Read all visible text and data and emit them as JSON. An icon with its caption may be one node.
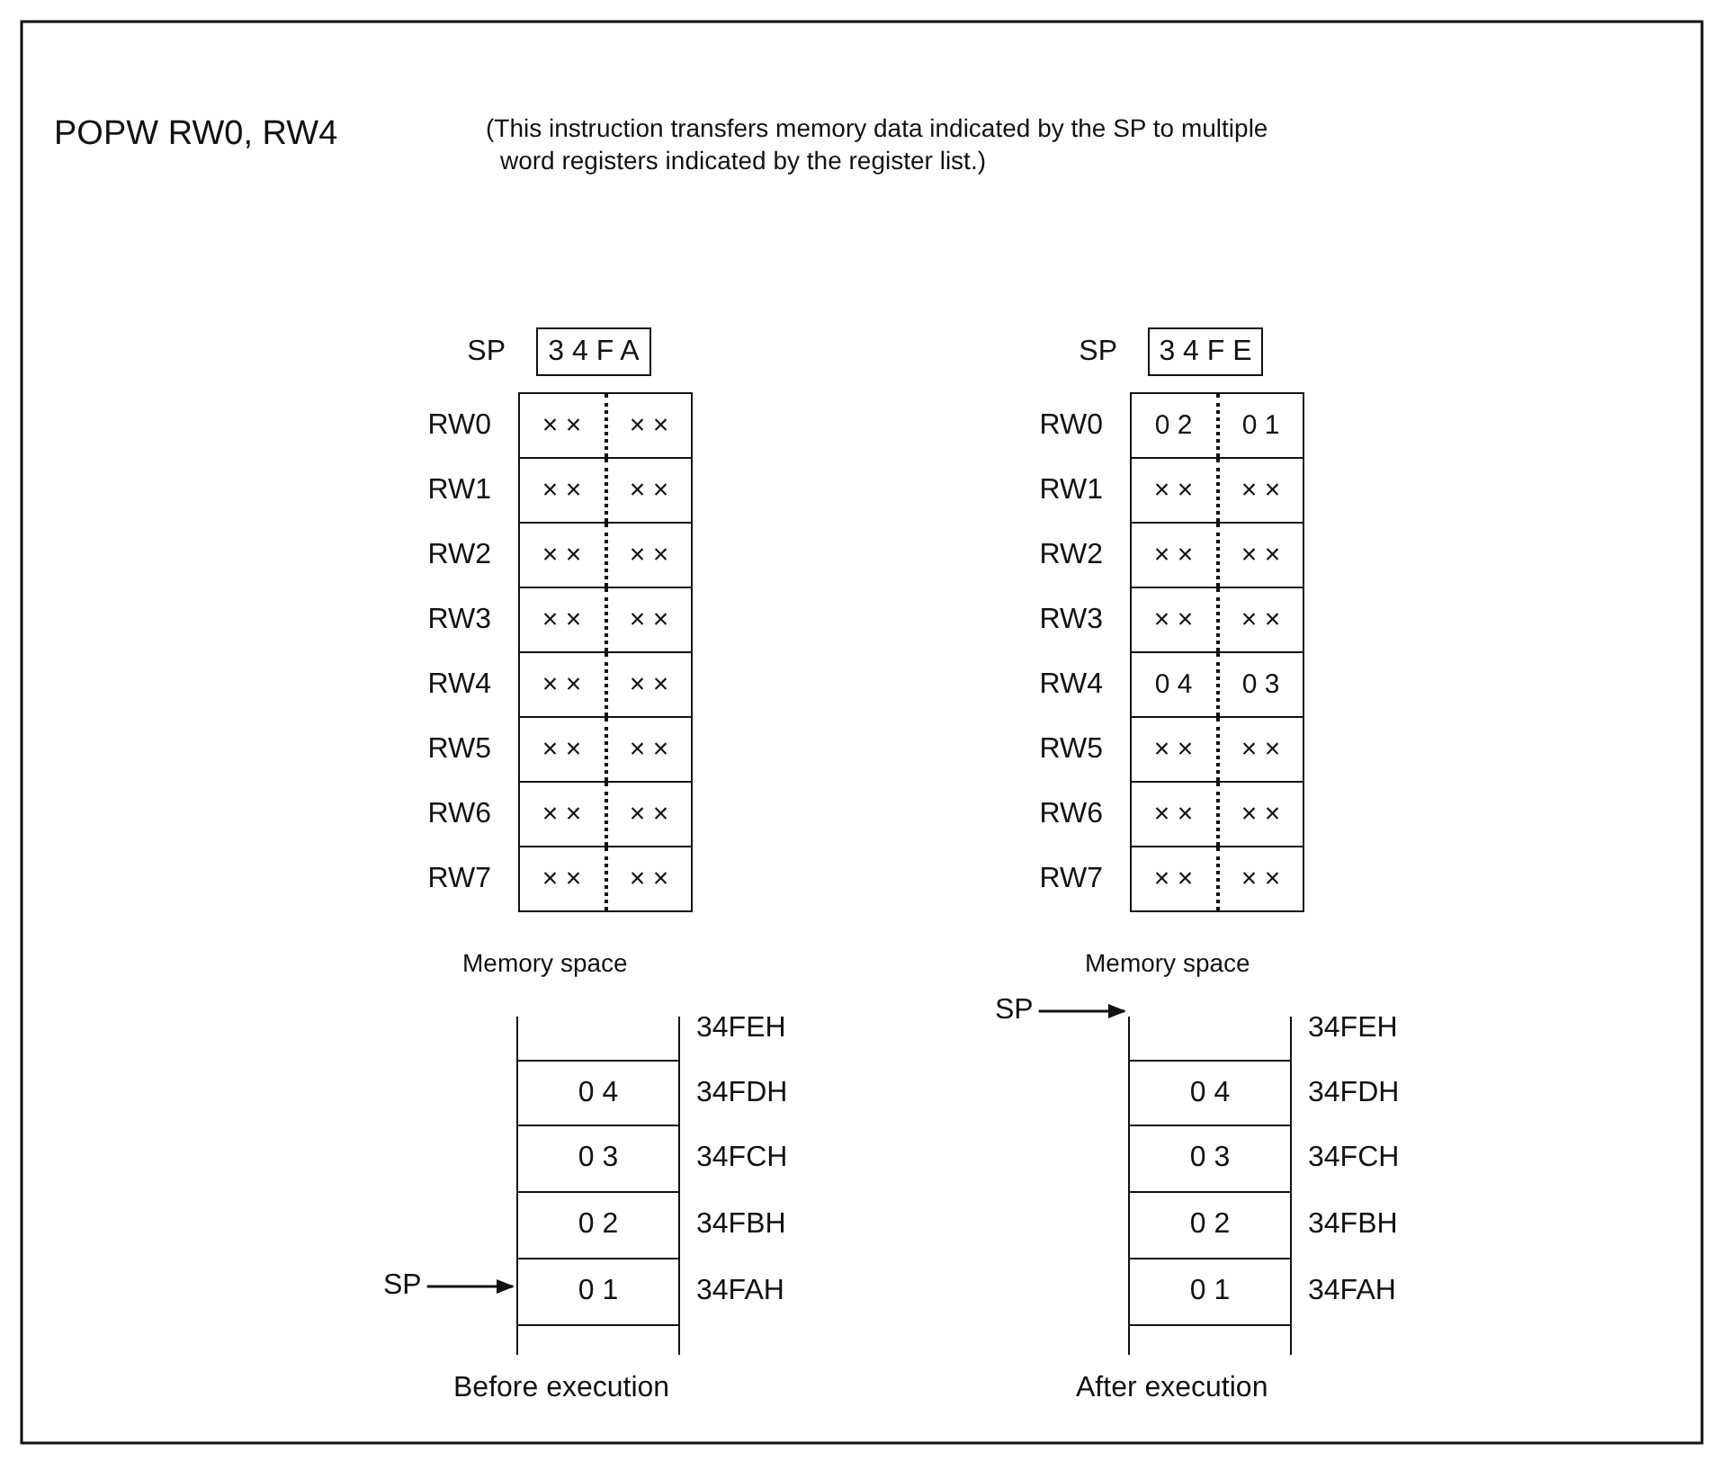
{
  "diagram": {
    "title": "POPW RW0, RW4",
    "nodes": [
      {
        "text": [
          "3 4 F A"
        ],
        "beside": [
          "SP"
        ]
      },
      {
        "text": [
          "× ×",
          "× ×"
        ],
        "beside": [
          "RW0"
        ]
      },
      {
        "text": [
          "× ×",
          "× ×"
        ],
        "beside": [
          "RW1"
        ]
      },
      {
        "text": [
          "× ×",
          "× ×"
        ],
        "beside": [
          "RW2"
        ]
      },
      {
        "text": [
          "× ×",
          "× ×"
        ],
        "beside": [
          "RW3"
        ]
      },
      {
        "text": [
          "× ×",
          "× ×"
        ],
        "beside": [
          "RW4"
        ]
      },
      {
        "text": [
          "× ×",
          "× ×"
        ],
        "beside": [
          "RW5"
        ]
      },
      {
        "text": [
          "× ×",
          "× ×"
        ],
        "beside": [
          "RW6"
        ]
      },
      {
        "text": [
          "× ×",
          "× ×"
        ],
        "beside": [
          "RW7"
        ]
      },
      {
        "text": [],
        "shape": "box",
        "beside": [
          "34FEH"
        ]
      },
      {
        "text": [
          "0 4"
        ],
        "beside": [
          "34FDH"
        ]
      },
      {
        "text": [
          "0 3"
        ],
        "beside": [
          "34FCH"
        ]
      },
      {
        "text": [
          "0 2"
        ],
        "beside": [
          "34FBH"
        ]
      },
      {
        "text": [
          "0 1"
        ],
        "beside": [
          "34FAH"
        ]
      },
      {
        "text": [],
        "shape": "box"
      },
      {
        "text": [
          "SP"
        ]
      },
      {
        "text": [
          "3 4 F E"
        ],
        "beside": [
          "SP"
        ]
      },
      {
        "text": [
          "0 2",
          "0 1"
        ],
        "beside": [
          "RW0"
        ]
      },
      {
        "text": [
          "× ×",
          "× ×"
        ],
        "beside": [
          "RW1"
        ]
      },
      {
        "text": [
          "× ×",
          "× ×"
        ],
        "beside": [
          "RW2"
        ]
      },
      {
        "text": [
          "× ×",
          "× ×"
        ],
        "beside": [
          "RW3"
        ]
      },
      {
        "text": [
          "0 4",
          "0 3"
        ],
        "beside": [
          "RW4"
        ]
      },
      {
        "text": [
          "× ×",
          "× ×"
        ],
        "beside": [
          "RW5"
        ]
      },
      {
        "text": [
          "× ×",
          "× ×"
        ],
        "beside": [
          "RW6"
        ]
      },
      {
        "text": [
          "× ×",
          "× ×"
        ],
        "beside": [
          "RW7"
        ]
      },
      {
        "text": [
          "SP"
        ]
      },
      {
        "text": [],
        "shape": "box",
        "beside": [
          "34FEH"
        ]
      },
      {
        "text": [
          "0 4"
        ],
        "beside": [
          "34FDH"
        ]
      },
      {
        "text": [
          "0 3"
        ],
        "beside": [
          "34FCH"
        ]
      },
      {
        "text": [
          "0 2"
        ],
        "beside": [
          "34FBH"
        ]
      },
      {
        "text": [
          "0 1"
        ],
        "beside": [
          "34FAH"
        ]
      },
      {
        "text": [],
        "shape": "box"
      }
    ],
    "edges": [
      {
        "from": 15,
        "to": 13,
        "arrow": "to"
      },
      {
        "from": 25,
        "to": 26,
        "arrow": "to"
      }
    ],
    "labels": [
      "(This instruction transfers memory data indicated by the SP to multiple word registers indicated by the register list.)",
      "Memory space",
      "Memory space",
      "Before execution",
      "After execution"
    ]
  }
}
